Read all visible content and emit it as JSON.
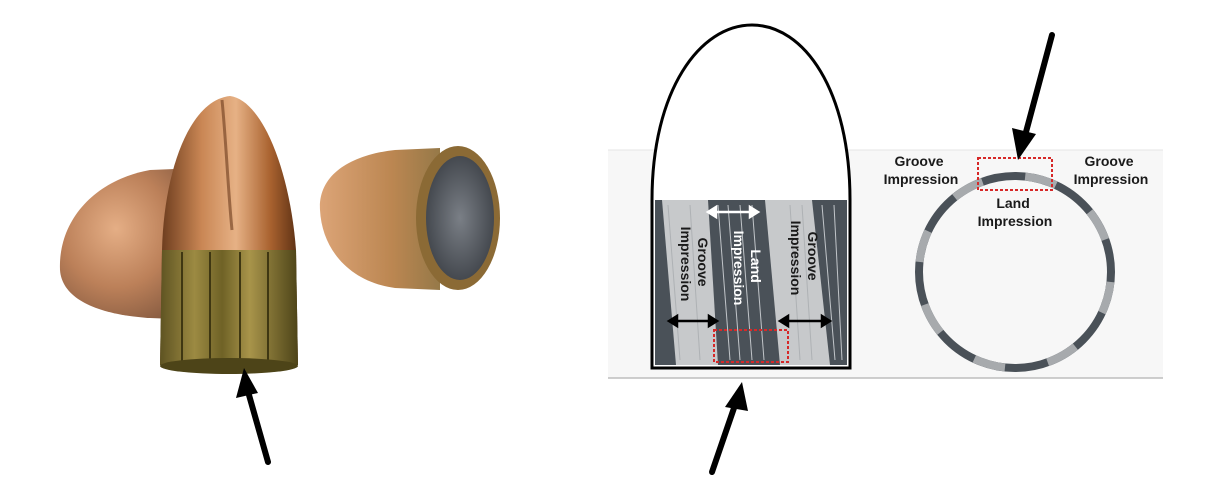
{
  "diagram": {
    "rotated_labels": {
      "groove_left": [
        "Groove",
        "Impression"
      ],
      "land_center": [
        "Land",
        "Impression"
      ],
      "groove_right": [
        "Groove",
        "Impression"
      ]
    },
    "cross_section_labels": {
      "groove_left": [
        "Groove",
        "Impression"
      ],
      "groove_right": [
        "Groove",
        "Impression"
      ],
      "land": [
        "Land",
        "Impression"
      ]
    }
  },
  "colors": {
    "bullet_copper": "#b5703f",
    "bullet_brass": "#8a7a3a",
    "dark_land": "#4a5158",
    "light_groove": "#c7c9cb",
    "highlight_box": "#d62828",
    "arrow": "#000000"
  },
  "icons": {
    "pointer": "black-arrow-icon"
  }
}
